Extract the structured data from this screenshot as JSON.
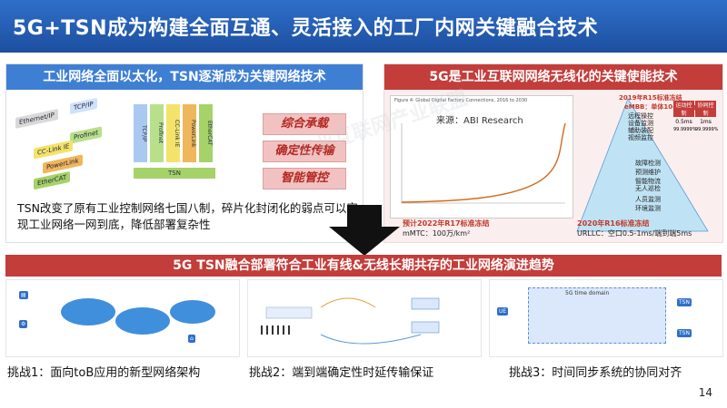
{
  "title": "5G+TSN成为构建全面互通、灵活接入的工厂内网关键融合技术",
  "left_panel": {
    "heading": "工业网络全面以太化，TSN逐渐成为关键网络技术",
    "protocols": [
      "TCP/IP",
      "Ethernet/IP",
      "Profinet",
      "CC-Link IE",
      "PowerLink",
      "EtherCAT"
    ],
    "columns": [
      "TCP/IP",
      "Profinet",
      "CC-Link IE",
      "PowerLink",
      "EtherCAT"
    ],
    "tsn_label": "TSN",
    "features": [
      "综合承载",
      "确定性传输",
      "智能管控"
    ],
    "description": "TSN改变了原有工业控制网络七国八制，碎片化封闭化的弱点可以实现工业网络一网到底，降低部署复杂性"
  },
  "right_panel": {
    "heading": "5G是工业互联网网络无线化的关键使能技术",
    "chart_caption": "Figure 4: Global Digital Factory Connections, 2016 to 2030",
    "source": "来源：ABI Research",
    "standard_2019": "2019年R15标准冻结",
    "embb": "eMBB：单体10-20Gbps",
    "apps": [
      "远程操控",
      "设备监测",
      "辅助装配",
      "视频监控",
      "故障检测",
      "预测维护",
      "智能物流",
      "无人巡检",
      "人员监测",
      "环境监测"
    ],
    "table_headers": [
      "运动控制",
      "协同控制"
    ],
    "latency": [
      "0.5ms",
      "1ms"
    ],
    "reliability": [
      "99.9999%",
      "99.9999%"
    ],
    "note_left_title": "预计2022年R17标准冻结",
    "note_left": "mMTC：100万/km²",
    "note_right_title": "2020年R16标准冻结",
    "note_right": "URLLC：空口0.5-1ms/端到端5ms"
  },
  "bottom": {
    "heading": "5G TSN融合部署符合工业有线&无线长期共存的工业网络演进趋势",
    "domain_label": "5G time domain",
    "captions": [
      "挑战1：面向toB应用的新型网络架构",
      "挑战2：端到端确定性时延传输保证",
      "挑战3：时间同步系统的协同对齐"
    ]
  },
  "watermark": "工业互联网产业联盟",
  "page_number": "14"
}
